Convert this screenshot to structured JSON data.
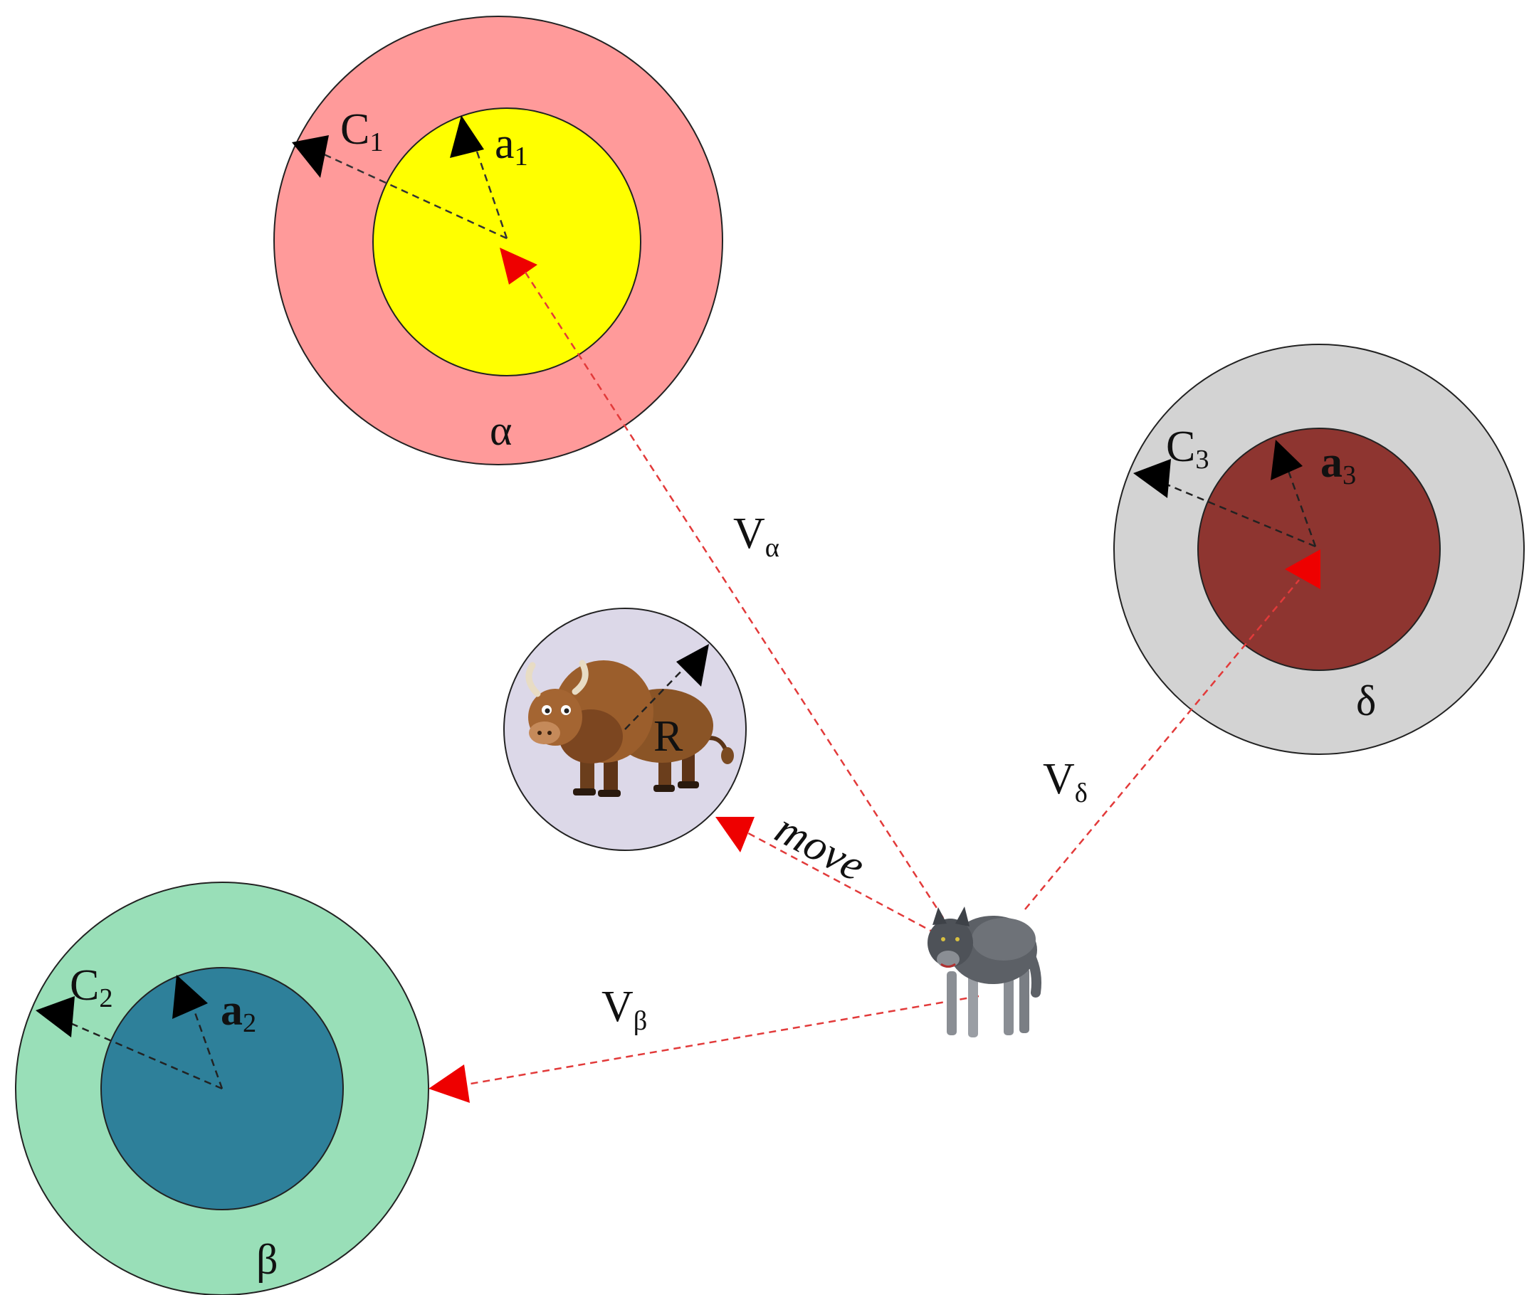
{
  "colors": {
    "alpha_outer": "#FF9A9A",
    "alpha_inner": "#FFFF00",
    "beta_outer": "#99DFB8",
    "beta_inner": "#2E809A",
    "delta_outer": "#D3D3D3",
    "delta_inner": "#8E3530",
    "prey_circle": "#DCD8E8",
    "vector_line": "#E23A3A",
    "arrow_head": "#EE0000",
    "radius_line": "#333333"
  },
  "labels": {
    "alpha_name": "α",
    "beta_name": "β",
    "delta_name": "δ",
    "c1_main": "C",
    "c1_sub": "1",
    "a1_main": "a",
    "a1_sub": "1",
    "c2_main": "C",
    "c2_sub": "2",
    "a2_main": "a",
    "a2_sub": "2",
    "c3_main": "C",
    "c3_sub": "3",
    "a3_main": "a",
    "a3_sub": "3",
    "v_alpha_main": "V",
    "v_alpha_sub": "α",
    "v_beta_main": "V",
    "v_beta_sub": "β",
    "v_delta_main": "V",
    "v_delta_sub": "δ",
    "prey_radius": "R",
    "move": "move"
  },
  "icons": {
    "prey": "bison-icon",
    "hunter": "wolf-icon"
  }
}
